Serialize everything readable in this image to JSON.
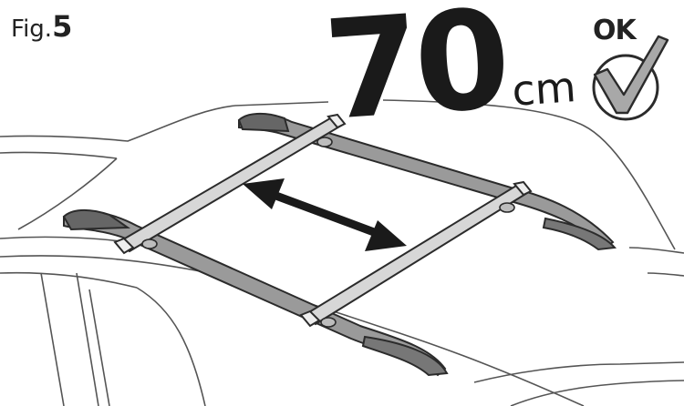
{
  "figure": {
    "prefix": "Fig.",
    "number": "5"
  },
  "dimension": {
    "value": "70",
    "unit": "cm"
  },
  "badge": {
    "text": "OK",
    "icon": "checkmark-icon"
  },
  "colors": {
    "line": "#2b2b2b",
    "bar_fill": "#d7d7d7",
    "rail_fill": "#9a9a9a",
    "arrow": "#1a1a1a"
  }
}
